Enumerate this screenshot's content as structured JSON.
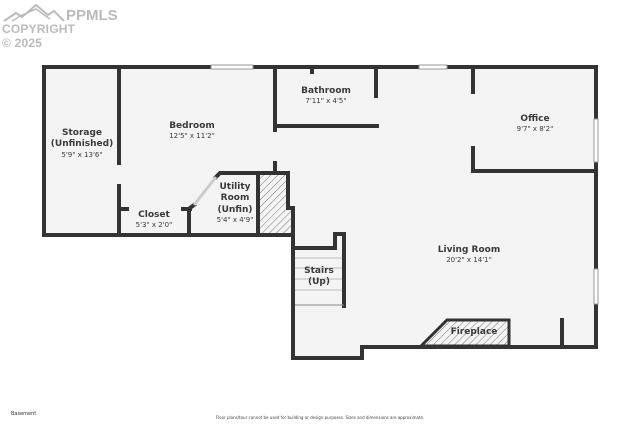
{
  "watermark": {
    "brand": "PPMLS",
    "copyright": "COPYRIGHT © 2025"
  },
  "floor_name": "Basement",
  "disclaimer": "Floor plans/tour cannot be used for building or design purposes. Sizes and dimensions are approximate.",
  "rooms": [
    {
      "name": "Storage (Unfinished)",
      "line1": "Storage",
      "line2": "(Unfinished)",
      "dims": "5'9\" x 13'6\""
    },
    {
      "name": "Bedroom",
      "dims": "12'5\" x 11'2\""
    },
    {
      "name": "Bathroom",
      "dims": "7'11\" x 4'5\""
    },
    {
      "name": "Office",
      "dims": "9'7\" x 8'2\""
    },
    {
      "name": "Closet",
      "dims": "5'3\" x 2'0\""
    },
    {
      "name": "Utility Room (Unfin)",
      "line1": "Utility",
      "line2": "Room",
      "line3": "(Unfin)",
      "dims": "5'4\" x 4'9\""
    },
    {
      "name": "Living Room",
      "dims": "20'2\" x 14'1\""
    },
    {
      "name": "Stairs (Up)",
      "line1": "Stairs",
      "line2": "(Up)"
    },
    {
      "name": "Fireplace"
    }
  ],
  "colors": {
    "wall": "#333333",
    "floor": "#f4f4f4"
  }
}
